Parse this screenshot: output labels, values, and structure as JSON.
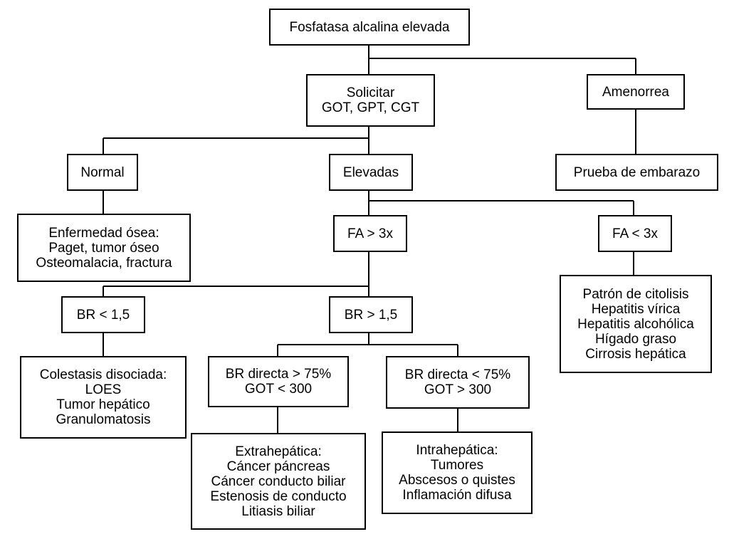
{
  "nodes": {
    "root": [
      "Fosfatasa alcalina elevada"
    ],
    "solicitar": [
      "Solicitar",
      "GOT, GPT, CGT"
    ],
    "amenorrea": [
      "Amenorrea"
    ],
    "embarazo": [
      "Prueba de embarazo"
    ],
    "normal": [
      "Normal"
    ],
    "elevadas": [
      "Elevadas"
    ],
    "osea": [
      "Enfermedad ósea:",
      "Paget, tumor óseo",
      "Osteomalacia, fractura"
    ],
    "fa_mayor": [
      "FA > 3x"
    ],
    "fa_menor": [
      "FA < 3x"
    ],
    "citolisis": [
      "Patrón de citolisis",
      "Hepatitis vírica",
      "Hepatitis alcohólica",
      "Hígado graso",
      "Cirrosis hepática"
    ],
    "br_menor": [
      "BR < 1,5"
    ],
    "br_mayor": [
      "BR > 1,5"
    ],
    "colestasis": [
      "Colestasis disociada:",
      "LOES",
      "Tumor hepático",
      "Granulomatosis"
    ],
    "br_directa_mayor": [
      "BR directa > 75%",
      "GOT < 300"
    ],
    "br_directa_menor": [
      "BR directa < 75%",
      "GOT > 300"
    ],
    "extrahepatica": [
      "Extrahepática:",
      "Cáncer páncreas",
      "Cáncer conducto biliar",
      "Estenosis de conducto",
      "Litiasis biliar"
    ],
    "intrahepatica": [
      "Intrahepática:",
      "Tumores",
      "Abscesos o quistes",
      "Inflamación difusa"
    ]
  }
}
